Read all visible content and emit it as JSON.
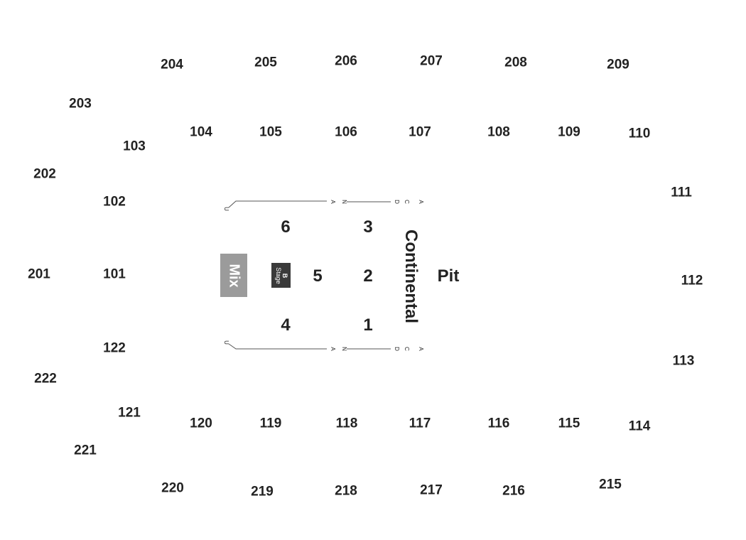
{
  "sections": {
    "s204": "204",
    "s205": "205",
    "s206": "206",
    "s207": "207",
    "s208": "208",
    "s209": "209",
    "s203": "203",
    "s103": "103",
    "s104": "104",
    "s105": "105",
    "s106": "106",
    "s107": "107",
    "s108": "108",
    "s109": "109",
    "s110": "110",
    "s202": "202",
    "s102": "102",
    "s111": "111",
    "s201": "201",
    "s101": "101",
    "s112": "112",
    "s122": "122",
    "s222": "222",
    "s113": "113",
    "s121": "121",
    "s120": "120",
    "s119": "119",
    "s118": "118",
    "s117": "117",
    "s116": "116",
    "s115": "115",
    "s114": "114",
    "s221": "221",
    "s220": "220",
    "s219": "219",
    "s218": "218",
    "s217": "217",
    "s216": "216",
    "s215": "215"
  },
  "floor": {
    "f1": "1",
    "f2": "2",
    "f3": "3",
    "f4": "4",
    "f5": "5",
    "f6": "6"
  },
  "labels": {
    "continental": "Continental",
    "pit": "Pit",
    "mix": "Mix",
    "bstage_b": "B",
    "bstage_stage": "Stage"
  },
  "rail_rows": {
    "top": [
      "U",
      "A",
      "N",
      "D",
      "C",
      "A"
    ],
    "bottom": [
      "U",
      "A",
      "N",
      "D",
      "C",
      "A"
    ]
  },
  "colors": {
    "text": "#222222",
    "mix_fill": "#9b9b9b",
    "bstage_fill": "#3a3a3a",
    "rail_stroke": "#555555"
  }
}
